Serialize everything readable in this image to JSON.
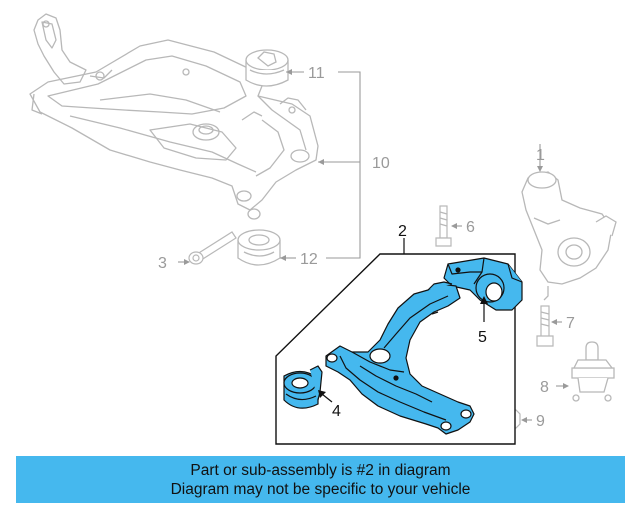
{
  "callouts": {
    "c1": "1",
    "c2": "2",
    "c3": "3",
    "c4": "4",
    "c5": "5",
    "c6": "6",
    "c7": "7",
    "c8": "8",
    "c9": "9",
    "c10": "10",
    "c11": "11",
    "c12": "12"
  },
  "footer": {
    "line1": "Part or sub-assembly is #2 in diagram",
    "line2": "Diagram may not be specific to your vehicle"
  },
  "colors": {
    "highlight": "#45b8ee",
    "part_grey": "#b8b8b8",
    "leader_grey": "#9a9a9a",
    "line_black": "#111111"
  }
}
